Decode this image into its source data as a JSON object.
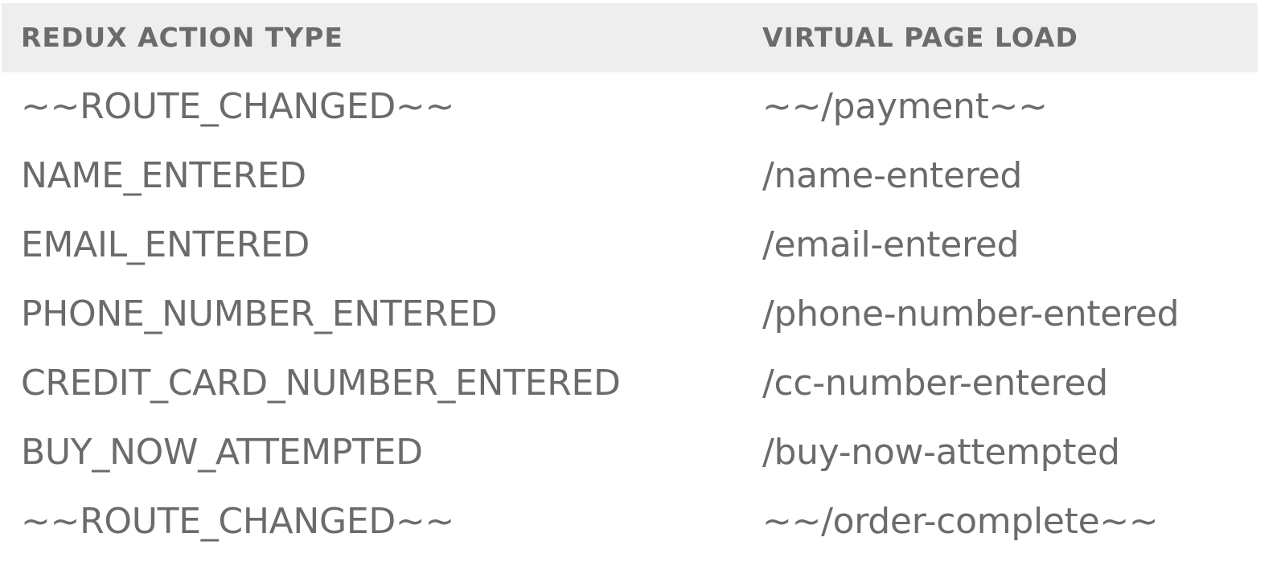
{
  "table": {
    "headers": [
      "REDUX ACTION TYPE",
      "VIRTUAL PAGE LOAD"
    ],
    "rows": [
      [
        "~~ROUTE_CHANGED~~",
        "~~/payment~~"
      ],
      [
        "NAME_ENTERED",
        "/name-entered"
      ],
      [
        "EMAIL_ENTERED",
        "/email-entered"
      ],
      [
        "PHONE_NUMBER_ENTERED",
        "/phone-number-entered"
      ],
      [
        "CREDIT_CARD_NUMBER_ENTERED",
        "/cc-number-entered"
      ],
      [
        "BUY_NOW_ATTEMPTED",
        "/buy-now-attempted"
      ],
      [
        "~~ROUTE_CHANGED~~",
        "~~/order-complete~~"
      ]
    ]
  },
  "colors": {
    "header_bg": "#eeeeee",
    "text": "#6b6b6b",
    "background": "#ffffff"
  }
}
